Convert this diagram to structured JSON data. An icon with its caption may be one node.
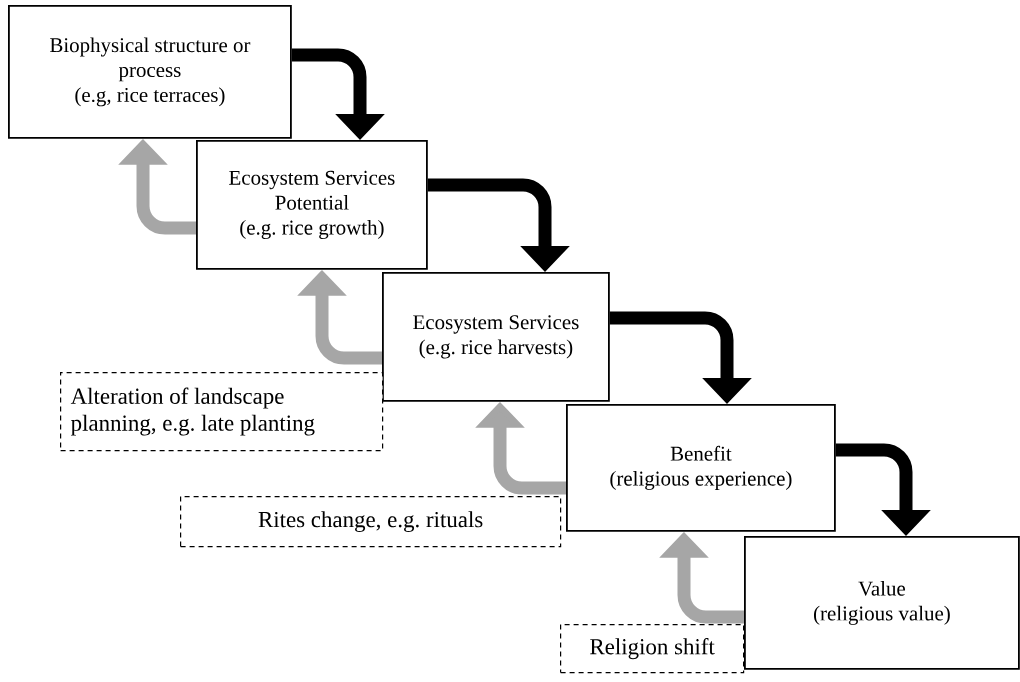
{
  "diagram": {
    "nodes": [
      {
        "text": [
          "Biophysical structure or process",
          "(e.g, rice terraces)"
        ]
      },
      {
        "text": [
          "Ecosystem Services Potential",
          "(e.g. rice growth)"
        ]
      },
      {
        "text": [
          "Ecosystem Services",
          "(e.g. rice harvests)"
        ]
      },
      {
        "text": [
          "Benefit",
          "(religious experience)"
        ]
      },
      {
        "text": [
          "Value",
          "(religious value)"
        ]
      },
      {
        "text": [
          "Alteration of landscape planning, e.g. late planting"
        ]
      },
      {
        "text": [
          "Rites change, e.g. rituals"
        ]
      },
      {
        "text": [
          "Religion shift"
        ]
      }
    ],
    "edges": [
      {
        "from": 0,
        "to": 1,
        "arrow": "to"
      },
      {
        "from": 1,
        "to": 2,
        "arrow": "to"
      },
      {
        "from": 2,
        "to": 3,
        "arrow": "to"
      },
      {
        "from": 3,
        "to": 4,
        "arrow": "to"
      },
      {
        "from": 1,
        "to": 0,
        "arrow": "to",
        "color": "#a6a6a6"
      },
      {
        "from": 2,
        "to": 1,
        "arrow": "to",
        "color": "#a6a6a6"
      },
      {
        "from": 3,
        "to": 2,
        "arrow": "to",
        "color": "#a6a6a6"
      },
      {
        "from": 4,
        "to": 3,
        "arrow": "to",
        "color": "#a6a6a6"
      }
    ]
  }
}
